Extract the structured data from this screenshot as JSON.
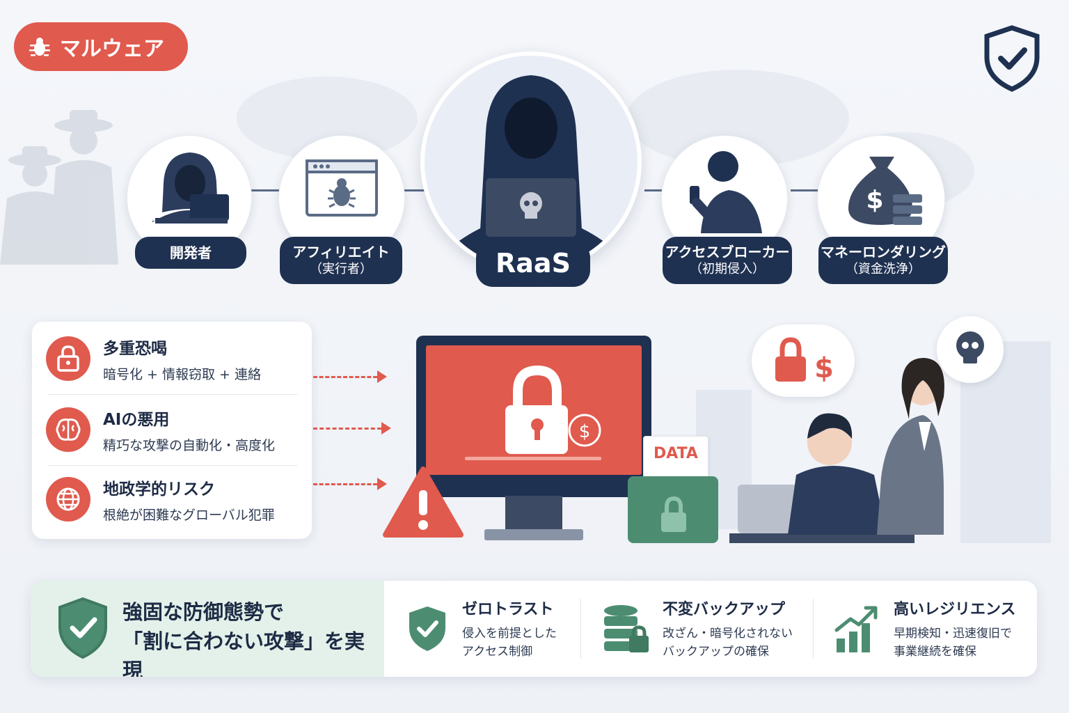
{
  "header": {
    "tag_label": "マルウェア",
    "tag_icon": "bug-icon",
    "corner_icon": "shield-check-icon"
  },
  "actors": {
    "developer": {
      "label": "開発者",
      "icon": "hooded-hacker-laptop-icon"
    },
    "affiliate": {
      "label_line1": "アフィリエイト",
      "label_line2": "（実行者）",
      "icon": "browser-bug-icon"
    },
    "raas": {
      "label": "RaaS",
      "icon": "hooded-hacker-skull-laptop-icon"
    },
    "access_broker": {
      "label_line1": "アクセスブローカー",
      "label_line2": "（初期侵入）",
      "icon": "person-phone-icon"
    },
    "money_laundering": {
      "label_line1": "マネーロンダリング",
      "label_line2": "（資金洗浄）",
      "icon": "money-bag-icon"
    }
  },
  "threats": [
    {
      "title": "多重恐喝",
      "desc": "暗号化 + 情報窃取 + 連絡",
      "icon": "lock-icon"
    },
    {
      "title": "AIの悪用",
      "desc": "精巧な攻撃の自動化・高度化",
      "icon": "brain-icon"
    },
    {
      "title": "地政学的リスク",
      "desc": "根絶が困難なグローバル犯罪",
      "icon": "globe-icon"
    }
  ],
  "scene": {
    "data_label": "DATA",
    "screen_icon": "padlock-dollar-icon",
    "warning_icon": "warning-triangle-icon",
    "bubble_left_icon": "lock-dollar-icon",
    "bubble_right_icon": "skull-icon"
  },
  "banner": {
    "main_line1": "強固な防御態勢で",
    "main_line2": "「割に合わない攻撃」を実現",
    "main_icon": "shield-check-icon",
    "features": [
      {
        "title": "ゼロトラスト",
        "desc_line1": "侵入を前提とした",
        "desc_line2": "アクセス制御",
        "icon": "shield-check-icon"
      },
      {
        "title": "不変バックアップ",
        "desc_line1": "改ざん・暗号化されない",
        "desc_line2": "バックアップの確保",
        "icon": "database-lock-icon"
      },
      {
        "title": "高いレジリエンス",
        "desc_line1": "早期検知・迅速復旧で",
        "desc_line2": "事業継続を確保",
        "icon": "growth-chart-icon"
      }
    ]
  },
  "colors": {
    "accent_red": "#e05a4e",
    "navy": "#1f3151",
    "green": "#4c8d72",
    "light_green": "#e3f1ea"
  }
}
